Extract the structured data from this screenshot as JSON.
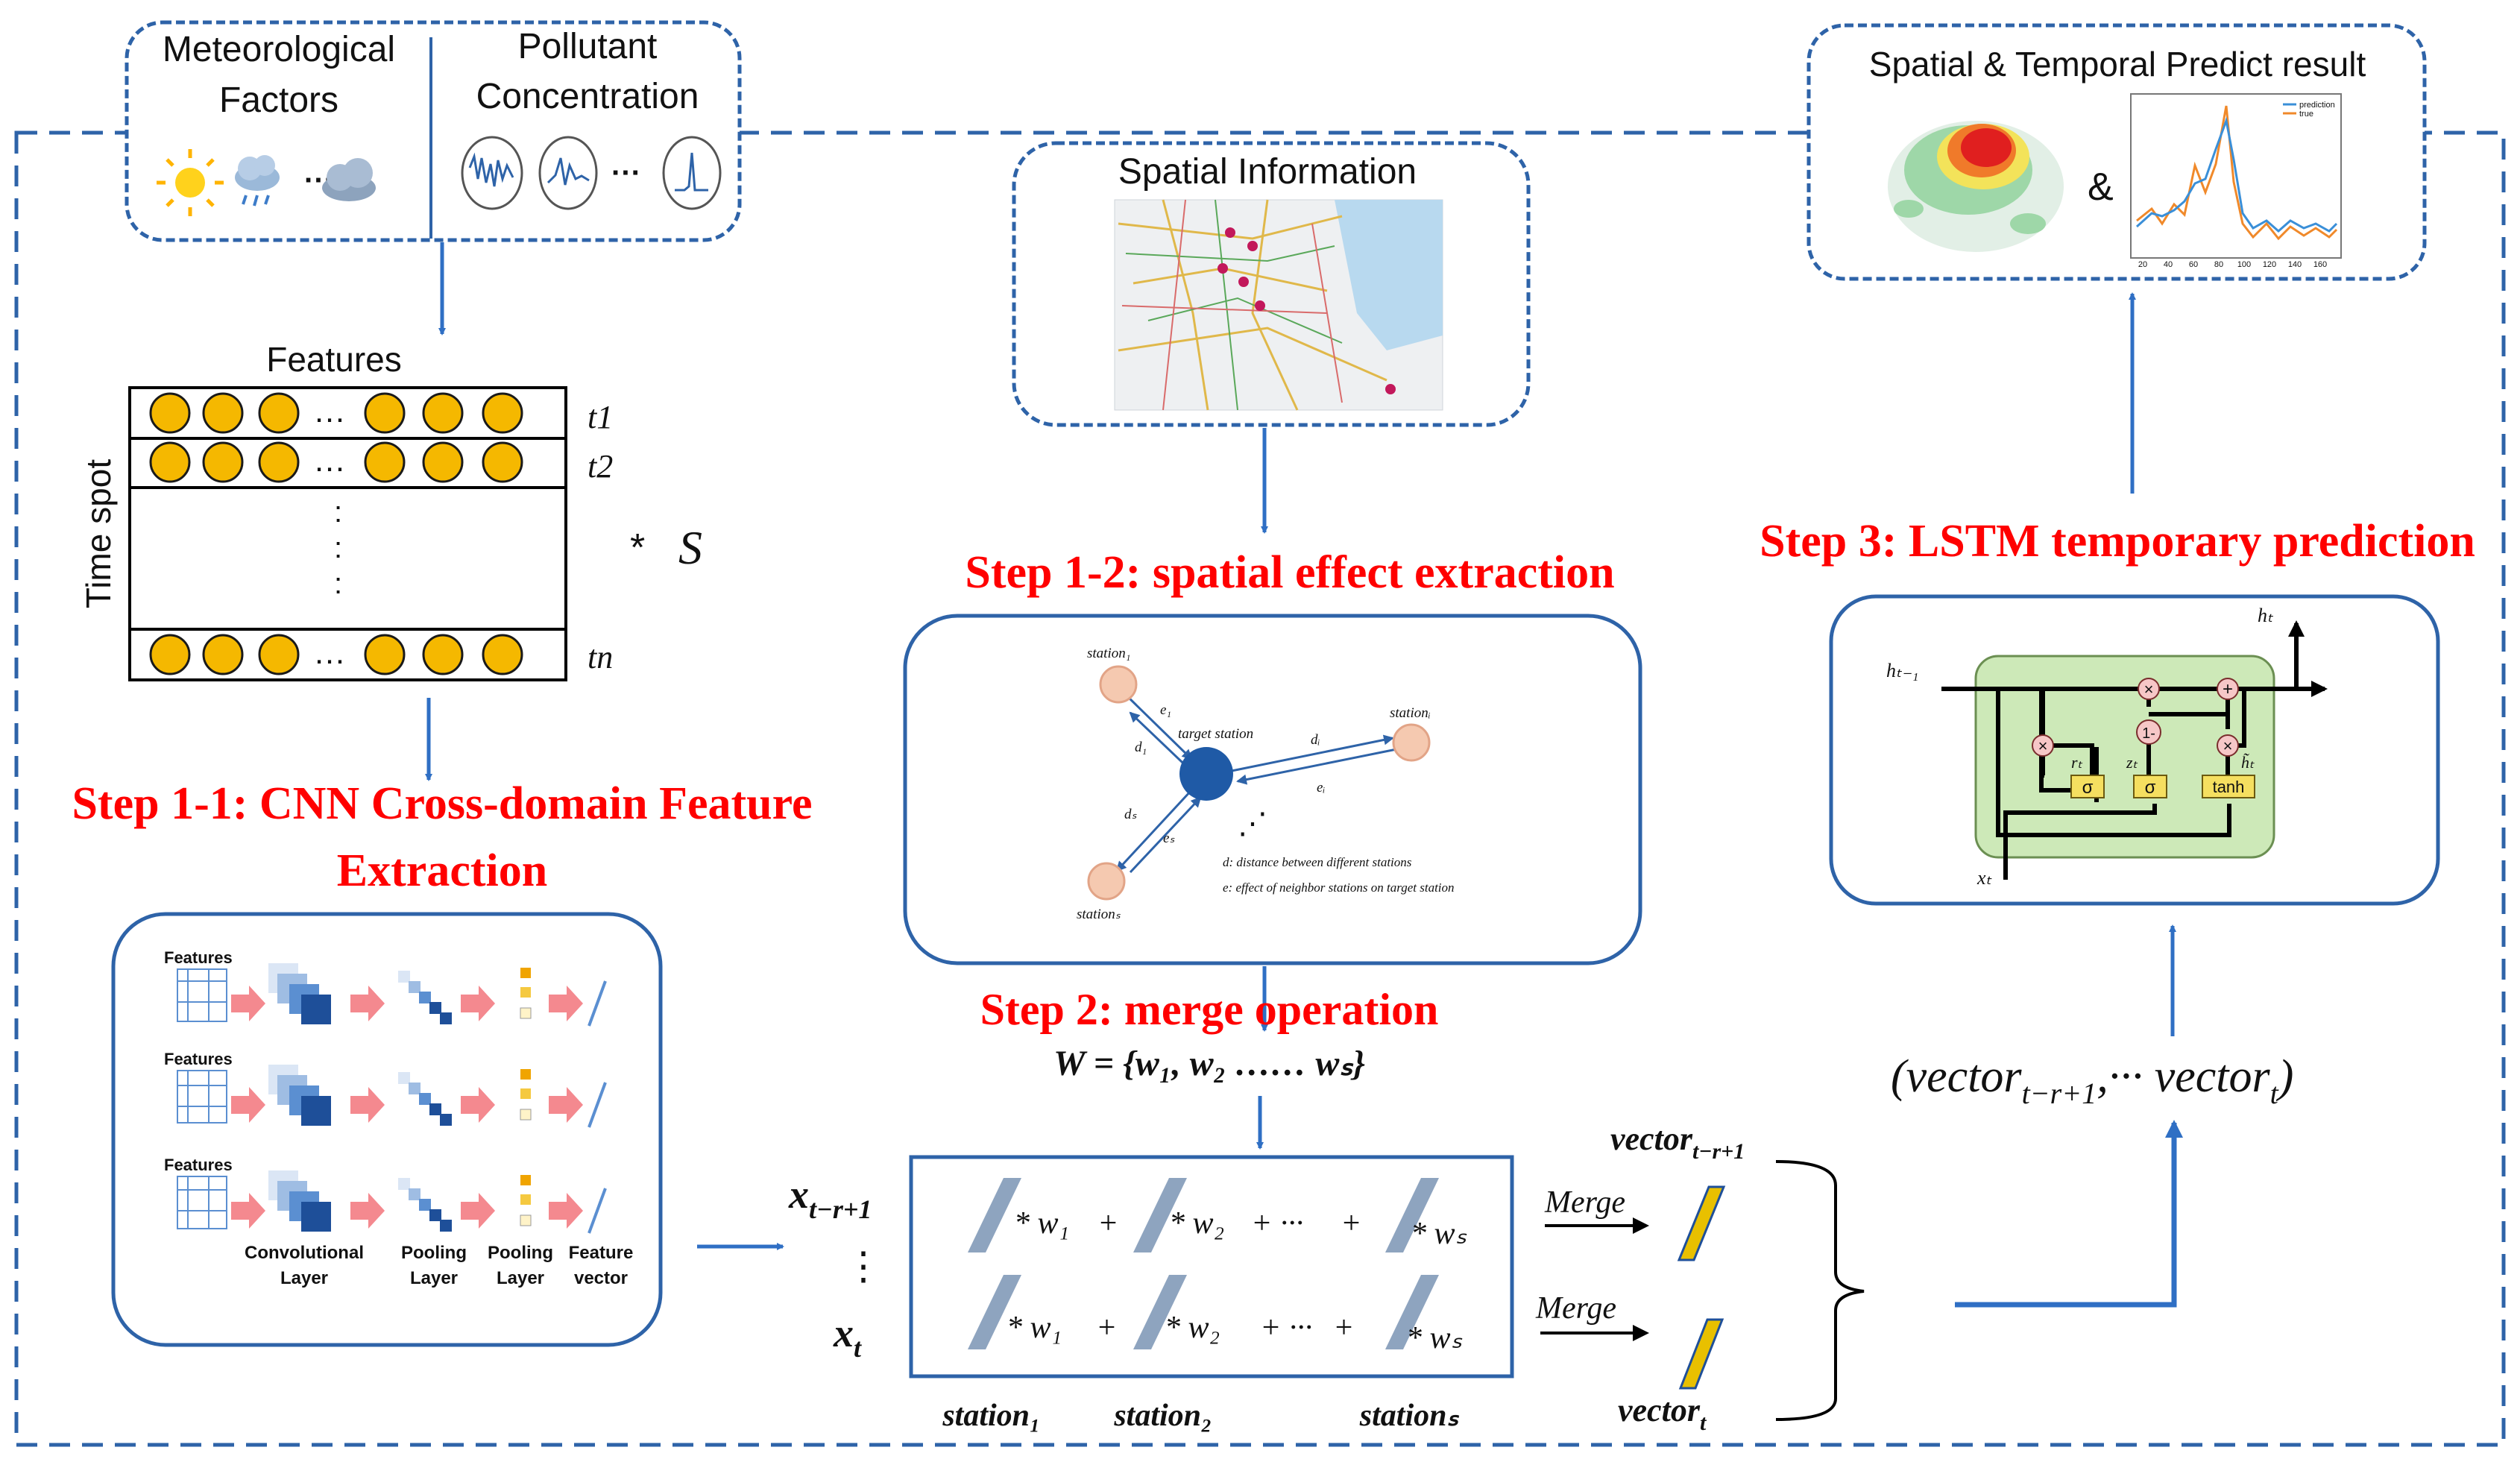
{
  "colors": {
    "frame_blue": "#2e63a8",
    "arrow_blue": "#2f6fc4",
    "step_red": "#ff0000",
    "circle_fill": "#f5b800",
    "node_fill": "#f5c9b0",
    "target_node": "#1f5aa6",
    "lstm_green": "#cde9b8",
    "vector_yellow": "#e8c000"
  },
  "inputs": {
    "meteo_label_1": "Meteorological",
    "meteo_label_2": "Factors",
    "pollutant_label_1": "Pollutant",
    "pollutant_label_2": "Concentration",
    "ellipsis": "···",
    "icons": [
      "sun-icon",
      "rain-cloud-icon",
      "cloud-icon"
    ]
  },
  "features": {
    "title": "Features",
    "axis_label": "Time spot",
    "row_labels": [
      "t1",
      "t2",
      "tn"
    ],
    "dots": ":",
    "ellipsis": "…",
    "times": "*",
    "S": "S"
  },
  "step11": {
    "line1": "Step 1-1: CNN Cross-domain Feature",
    "line2": "Extraction",
    "cnn": {
      "features_label": "Features",
      "layer_labels": [
        "Convolutional",
        "Layer",
        "Pooling",
        "Layer",
        "Pooling",
        "Layer",
        "Feature",
        "vector"
      ]
    }
  },
  "spatial": {
    "title": "Spatial Information"
  },
  "step12": {
    "title": "Step 1-2: spatial effect extraction",
    "graph": {
      "station1": "station₁",
      "stationi": "stationᵢ",
      "stations": "stationₛ",
      "target": "target station",
      "e1": "e₁",
      "d1": "d₁",
      "di": "dᵢ",
      "ei": "eᵢ",
      "ds": "dₛ",
      "es": "eₛ",
      "dots": "⋰",
      "legend_d": "d: distance between different stations",
      "legend_e": "e: effect of neighbor stations on target station"
    }
  },
  "step2": {
    "title": "Step 2: merge operation",
    "formula": "W = {w₁, w₂ …… wₛ}",
    "x_top": "x",
    "x_top_sub": "t−r+1",
    "x_dots": "⋮",
    "x_bottom": "x",
    "x_bottom_sub": "t",
    "terms": [
      "* w₁",
      "+",
      "* w₂",
      "+ ···",
      "+",
      "* wₛ"
    ],
    "stations": [
      "station₁",
      "station₂",
      "stationₛ"
    ],
    "merge": "Merge",
    "vector_top": "vector",
    "vector_top_sub": "t−r+1",
    "vector_bottom": "vector",
    "vector_bottom_sub": "t"
  },
  "step3": {
    "title": "Step 3: LSTM temporary prediction",
    "sequence": "(vector",
    "sequence_sub1": "t−r+1",
    "sequence_mid": ",··· vector",
    "sequence_sub2": "t",
    "sequence_end": ")",
    "lstm": {
      "h_prev": "hₜ₋₁",
      "h_t": "hₜ",
      "x_t": "xₜ",
      "r_t": "rₜ",
      "z_t": "zₜ",
      "h_tilde": "h̃ₜ",
      "sigma": "σ",
      "tanh": "tanh",
      "times": "×",
      "plus": "+",
      "one_minus": "1-"
    }
  },
  "result": {
    "title": "Spatial & Temporal Predict result",
    "amp": "&",
    "legend": [
      "prediction",
      "true"
    ],
    "x_ticks": [
      "20",
      "40",
      "60",
      "80",
      "100",
      "120",
      "140",
      "160"
    ]
  }
}
